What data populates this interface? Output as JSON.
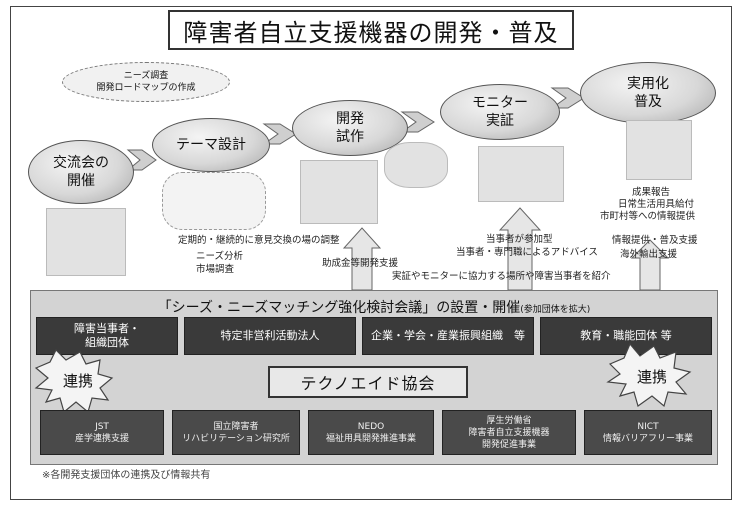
{
  "title": "障害者自立支援機器の開発・普及",
  "stages": {
    "koryukai": [
      "交流会の",
      "開催"
    ],
    "theme": "テーマ設計",
    "kaihatsu": [
      "開発",
      "試作"
    ],
    "monitor": [
      "モニター",
      "実証"
    ],
    "jitsuyo": [
      "実用化",
      "普及"
    ]
  },
  "cloud": [
    "ニーズ調査",
    "開発ロードマップの作成"
  ],
  "notes": {
    "theme_line1": "定期的・継続的に意見交換の場の調整",
    "theme_line2": "ニーズ分析",
    "theme_line3": "市場調査",
    "kaihatsu": "助成金等開発支援",
    "monitor_line1": "当事者が参加型",
    "monitor_line2": "当事者・専門職によるアドバイス",
    "jitsuyo_line1": "成果報告",
    "jitsuyo_line2": "日常生活用具給付",
    "jitsuyo_line3": "市町村等への情報提供",
    "jitsuyo_line4": "情報提供・普及支援",
    "jitsuyo_line5": "海外輸出支援",
    "cooperation": "実証やモニターに協力する場所や障害当事者を紹介"
  },
  "council": {
    "title": "「シーズ・ニーズマッチング強化検討会議」の設置・開催",
    "suffix": "(参加団体を拡大)"
  },
  "dark_boxes": [
    [
      "障害当事者・",
      "組織団体"
    ],
    [
      "特定非営利活動法人"
    ],
    [
      "企業・学会・産業振興組織　等"
    ],
    [
      "教育・職能団体 等"
    ]
  ],
  "center": "テクノエイド協会",
  "renkei_left": "連携",
  "renkei_right": "連携",
  "lower_boxes": [
    [
      "JST",
      "産学連携支援"
    ],
    [
      "国立障害者",
      "リハビリテーション研究所"
    ],
    [
      "NEDO",
      "福祉用具開発推進事業"
    ],
    [
      "厚生労働省",
      "障害者自立支援機器",
      "開発促進事業"
    ],
    [
      "NICT",
      "情報バリアフリー事業"
    ]
  ],
  "footnote": "※各開発支援団体の連携及び情報共有"
}
